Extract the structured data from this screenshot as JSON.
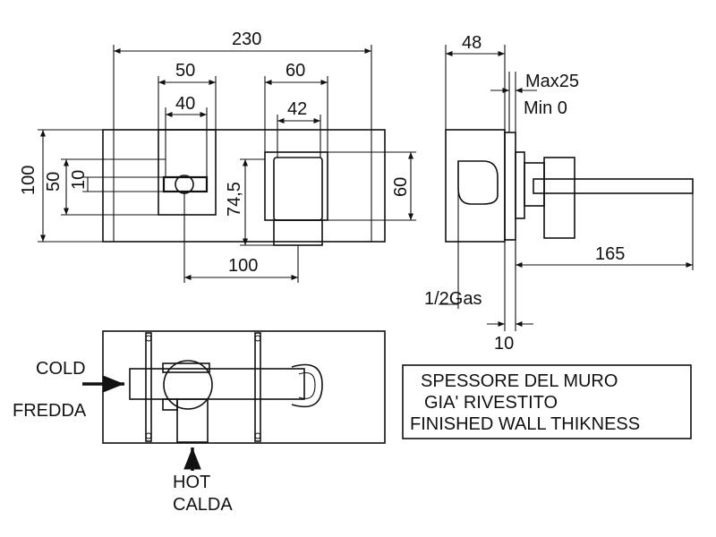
{
  "front_view": {
    "dim_overall_width": "230",
    "dim_handle_width_outer": "50",
    "dim_handle_width_inner": "40",
    "dim_spout_width_outer": "60",
    "dim_spout_width_inner": "42",
    "dim_height": "100",
    "dim_handle_height_outer": "50",
    "dim_handle_height_inner": "10",
    "dim_spout_drop": "74,5",
    "dim_spout_height": "60",
    "dim_axis_spacing": "100"
  },
  "side_view": {
    "dim_depth": "48",
    "dim_wall_max": "Max25",
    "dim_wall_min": "Min 0",
    "dim_spout_length": "165",
    "dim_inlet": "1/2Gas",
    "dim_inlet_offset": "10"
  },
  "plan_view": {
    "cold_en": "COLD",
    "cold_it": "FREDDA",
    "hot_en": "HOT",
    "hot_it": "CALDA"
  },
  "legend": {
    "line1": "SPESSORE DEL MURO",
    "line2": "GIA' RIVESTITO",
    "line3": "FINISHED WALL THIKNESS"
  }
}
